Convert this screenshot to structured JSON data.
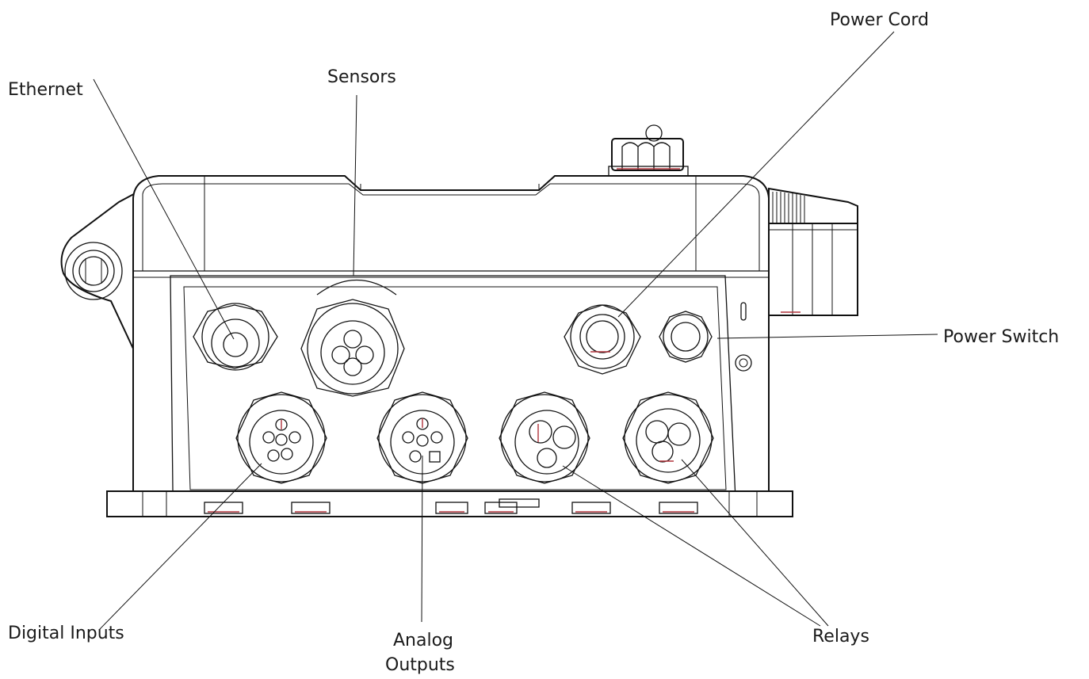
{
  "labels": {
    "ethernet": "Ethernet",
    "sensors": "Sensors",
    "power_cord": "Power Cord",
    "power_switch": "Power Switch",
    "digital_inputs": "Digital Inputs",
    "analog_outputs_line1": "Analog",
    "analog_outputs_line2": "Outputs",
    "relays": "Relays"
  },
  "colors": {
    "line": "#111111",
    "accent_red": "#b0343b",
    "background": "#ffffff"
  }
}
